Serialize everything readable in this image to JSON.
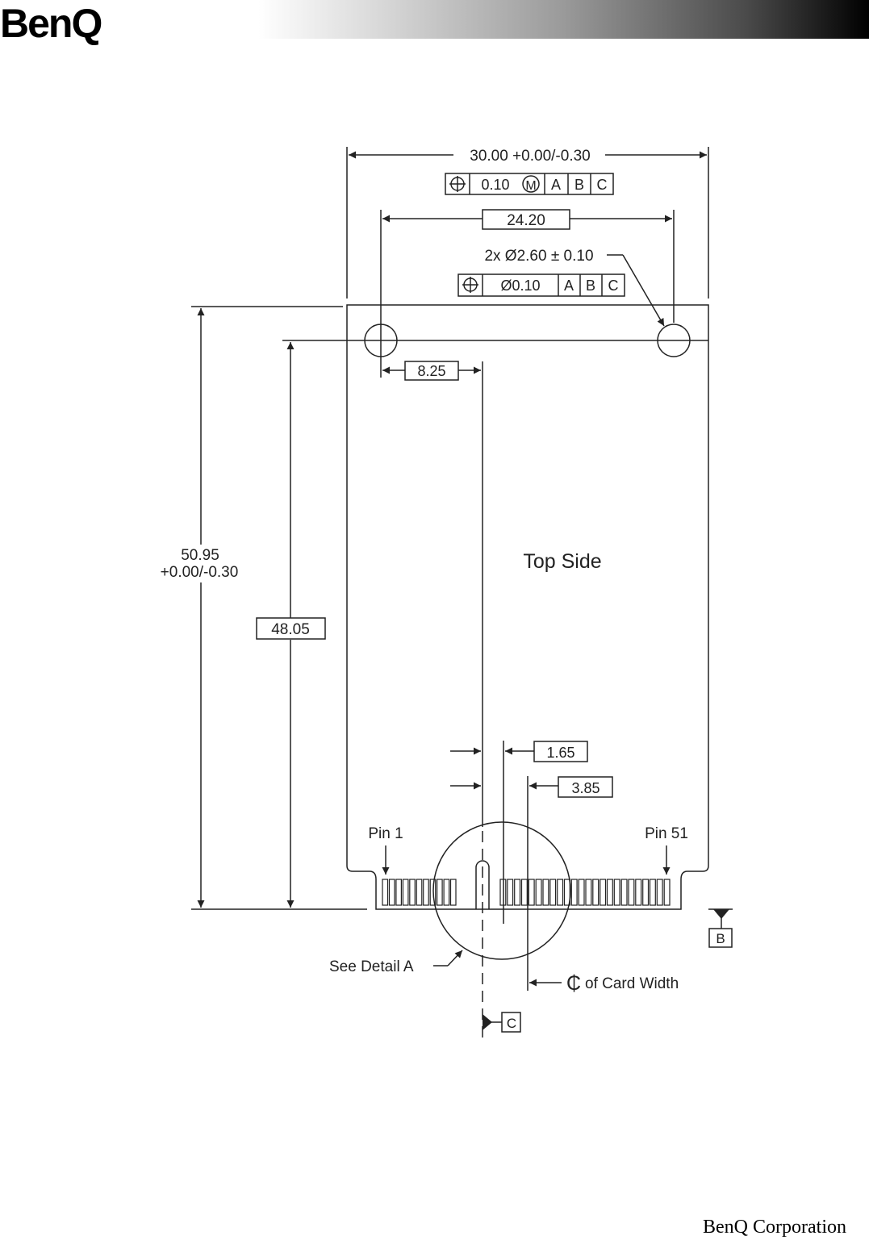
{
  "header": {
    "logo_text": "BenQ"
  },
  "footer": {
    "company": "BenQ Corporation"
  },
  "drawing": {
    "overall_width": "30.00 +0.00/-0.30",
    "fcf_top": {
      "tolerance": "0.10",
      "modifier": "M",
      "datums": [
        "A",
        "B",
        "C"
      ]
    },
    "hole_spacing": "24.20",
    "hole_callout": "2x Ø2.60 ± 0.10",
    "fcf_holes": {
      "tolerance": "Ø0.10",
      "datums": [
        "A",
        "B",
        "C"
      ]
    },
    "hole_offset": "8.25",
    "overall_height_line1": "50.95",
    "overall_height_line2": "+0.00/-0.30",
    "hole_height": "48.05",
    "side_label": "Top Side",
    "dim_small_1": "1.65",
    "dim_small_2": "3.85",
    "pin_first": "Pin 1",
    "pin_last": "Pin 51",
    "datum_b": "B",
    "datum_c": "C",
    "detail_note": "See Detail A",
    "centerline_symbol": "₵",
    "centerline_note": "of Card Width"
  }
}
